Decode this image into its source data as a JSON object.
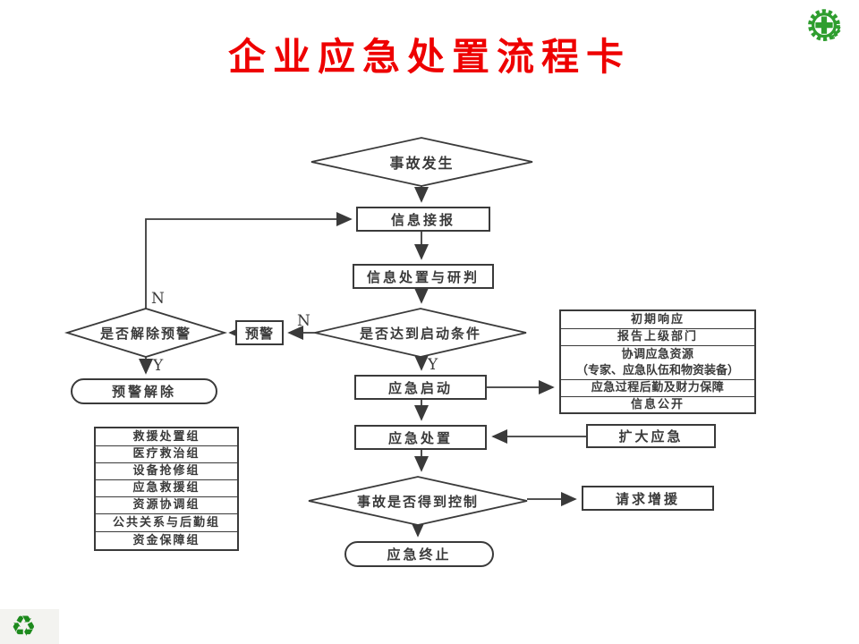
{
  "title": "企业应急处置流程卡",
  "flow": {
    "start": "事故发生",
    "info_receive": "信息接报",
    "info_assess": "信息处置与研判",
    "condition_check": "是否达到启动条件",
    "warning": "预警",
    "warning_release_check": "是否解除预警",
    "warning_released": "预警解除",
    "emergency_start": "应急启动",
    "emergency_handle": "应急处置",
    "control_check": "事故是否得到控制",
    "emergency_end": "应急终止",
    "expand_emergency": "扩大应急",
    "request_backup": "请求增援"
  },
  "branch_labels": {
    "no": "N",
    "yes": "Y"
  },
  "teams": [
    "救援处置组",
    "医疗救治组",
    "设备抢修组",
    "应急救援组",
    "资源协调组",
    "公共关系与后勤组",
    "资金保障组"
  ],
  "response_actions": [
    {
      "line1": "初期响应"
    },
    {
      "line1": "报告上级部门"
    },
    {
      "line1": "协调应急资源",
      "line2": "（专家、应急队伍和物资装备）"
    },
    {
      "line1": "应急过程后勤及财力保障"
    },
    {
      "line1": "信息公开"
    }
  ],
  "icons": {
    "recycle": "♻",
    "safety_logo": "work-safety-gear-cross"
  },
  "colors": {
    "title": "#ee0000",
    "line": "#3a3a3a",
    "logo_green": "#2f9e2f"
  }
}
